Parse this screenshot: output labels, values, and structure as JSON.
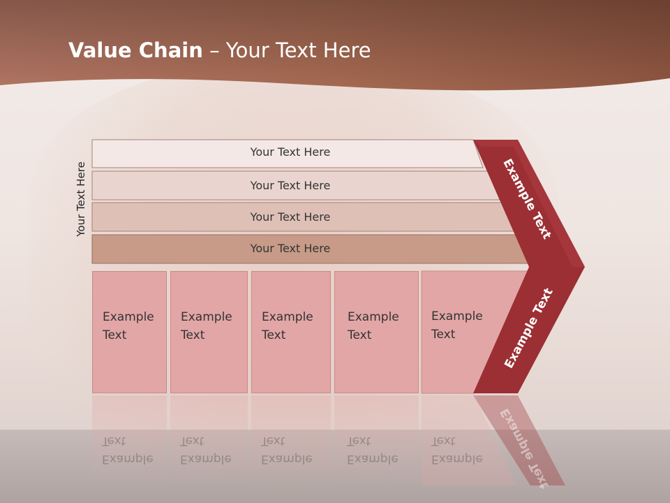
{
  "slide": {
    "title_bold": "Value Chain",
    "title_rest": " – Your Text Here",
    "side_label": "Your Text Here"
  },
  "bars": [
    {
      "label": "Your Text Here"
    },
    {
      "label": "Your Text Here"
    },
    {
      "label": "Your Text Here"
    },
    {
      "label": "Your Text Here"
    }
  ],
  "boxes": [
    {
      "label": "Example\nText"
    },
    {
      "label": "Example\nText"
    },
    {
      "label": "Example\nText"
    },
    {
      "label": "Example\nText"
    },
    {
      "label": "Example\nText"
    }
  ],
  "chevron": {
    "top_label": "Example Text",
    "bottom_label": "Example Text"
  },
  "colors": {
    "header": "#a0644c",
    "chevron": "#9b2f33",
    "box_fill": "#e2a6a6",
    "bar_fills": [
      "#f3e8e6",
      "#ead4cf",
      "#dfc0b6",
      "#c79b88"
    ]
  }
}
